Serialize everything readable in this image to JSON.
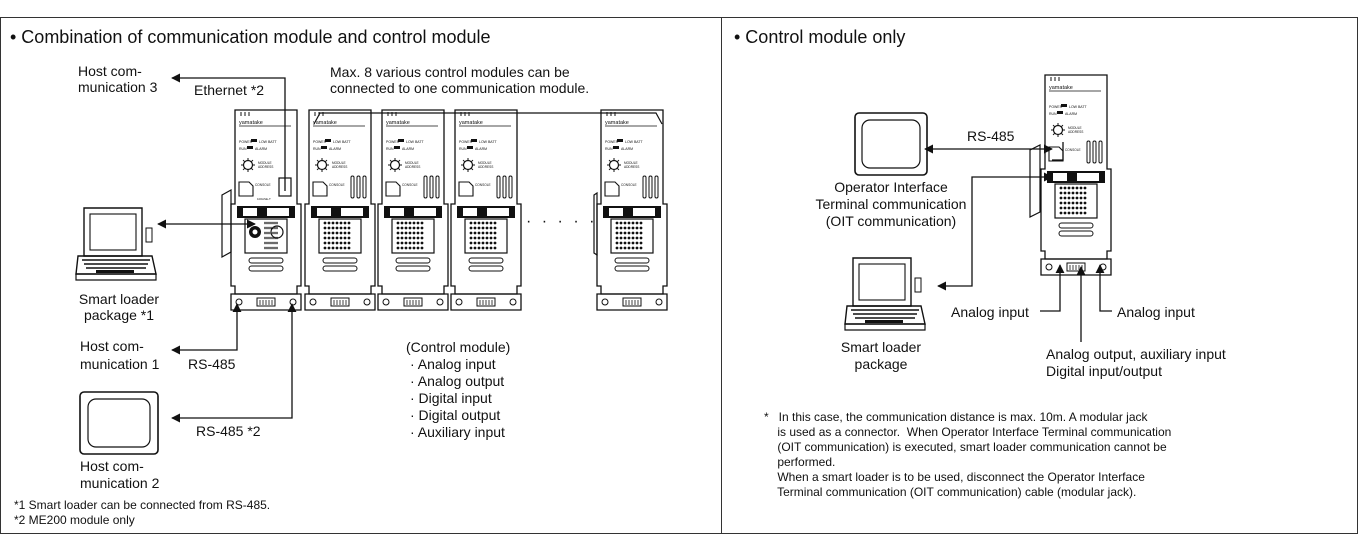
{
  "left": {
    "title": "• Combination of communication module and control module",
    "host3": [
      "Host com-",
      "munication 3"
    ],
    "ethernet": "Ethernet *2",
    "max8": [
      "Max. 8 various control modules can be",
      "connected to one communication module."
    ],
    "smart_loader": [
      "Smart loader",
      "package *1"
    ],
    "host1": [
      "Host com-",
      "munication 1"
    ],
    "rs485": "RS-485",
    "rs485_2": "RS-485 *2",
    "host2": [
      "Host com-",
      "munication 2"
    ],
    "dots": "· · · · ·",
    "control_module_list": [
      "(Control module)",
      "· Analog input",
      "· Analog output",
      "· Digital input",
      "· Digital output",
      "· Auxiliary input"
    ],
    "notes": [
      "*1   Smart loader can be connected from RS-485.",
      "*2   ME200 module only"
    ]
  },
  "right": {
    "title": "• Control module only",
    "rs485": "RS-485",
    "oit": [
      "Operator Interface",
      "Terminal communication",
      "(OIT communication)"
    ],
    "analog_input_left": "Analog input",
    "analog_input_right": "Analog input",
    "analog_output": [
      "Analog output, auxiliary input",
      "Digital input/output"
    ],
    "smart_loader": [
      "Smart loader",
      "package"
    ],
    "note": [
      "*   In this case, the communication distance is max. 10m. A modular jack",
      "    is used as a connector.  When Operator Interface Terminal communication",
      "    (OIT communication) is executed, smart loader communication cannot be",
      "    performed.",
      "    When a smart loader is to be used, disconnect the Operator Interface",
      "    Terminal communication (OIT communication) cable (modular jack)."
    ]
  },
  "module": {
    "brand": "yamatake",
    "power": "POWER",
    "low_batt": "LOW BATT",
    "run": "RUN",
    "alarm": "ALARM",
    "module_address": "MODULE ADDRESS",
    "console": "CONSOLE",
    "mode": "100ASE-T"
  }
}
